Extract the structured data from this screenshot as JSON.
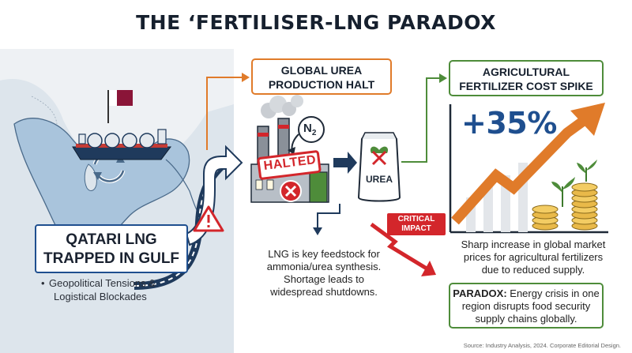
{
  "title": "THE ‘FERTILISER-LNG PARADOX",
  "left_panel": {
    "heading_line1": "QATARI LNG",
    "heading_line2": "TRAPPED IN GULF",
    "bullet_line1": "Geopolitical Tensions &",
    "bullet_line2": "Logistical Blockades"
  },
  "urea_box": {
    "line1": "GLOBAL UREA",
    "line2": "PRODUCTION HALT",
    "halted_label": "HALTED",
    "n2_label": "N",
    "n2_sub": "2",
    "bag_label": "UREA",
    "desc_line1": "LNG is key feedstock for",
    "desc_line2": "ammonia/urea synthesis.",
    "desc_line3": "Shortage leads to",
    "desc_line4": "widespread shutdowns."
  },
  "cost_box": {
    "line1": "AGRICULTURAL",
    "line2": "FERTILIZER COST SPIKE",
    "percent": "+35%",
    "desc_line1": "Sharp increase in global market",
    "desc_line2": "prices for agricultural fertilizers",
    "desc_line3": "due to reduced supply."
  },
  "critical_impact": {
    "line1": "CRITICAL",
    "line2": "IMPACT"
  },
  "paradox": {
    "label": "PARADOX:",
    "line1_rest": " Energy crisis in one",
    "line2": "region disrupts food security",
    "line3": "supply chains globally."
  },
  "source": "Source: Industry Analysis, 2024. Corporate Editorial Design.",
  "colors": {
    "orange": "#e07b2a",
    "green": "#4e8c3a",
    "navy": "#1f4f8f",
    "red": "#d3262b",
    "map_water": "#eef1f4",
    "map_land": "#a9c4dc",
    "qatar_maroon": "#8a1538"
  },
  "icons": [
    "qatar-flag-icon",
    "lng-tanker-icon",
    "cycle-arrows-icon",
    "warning-icon",
    "factory-icon",
    "nitrogen-molecule-icon",
    "cross-icon",
    "urea-bag-icon",
    "rising-arrow-icon",
    "coin-stack-icon",
    "seedling-icon"
  ]
}
